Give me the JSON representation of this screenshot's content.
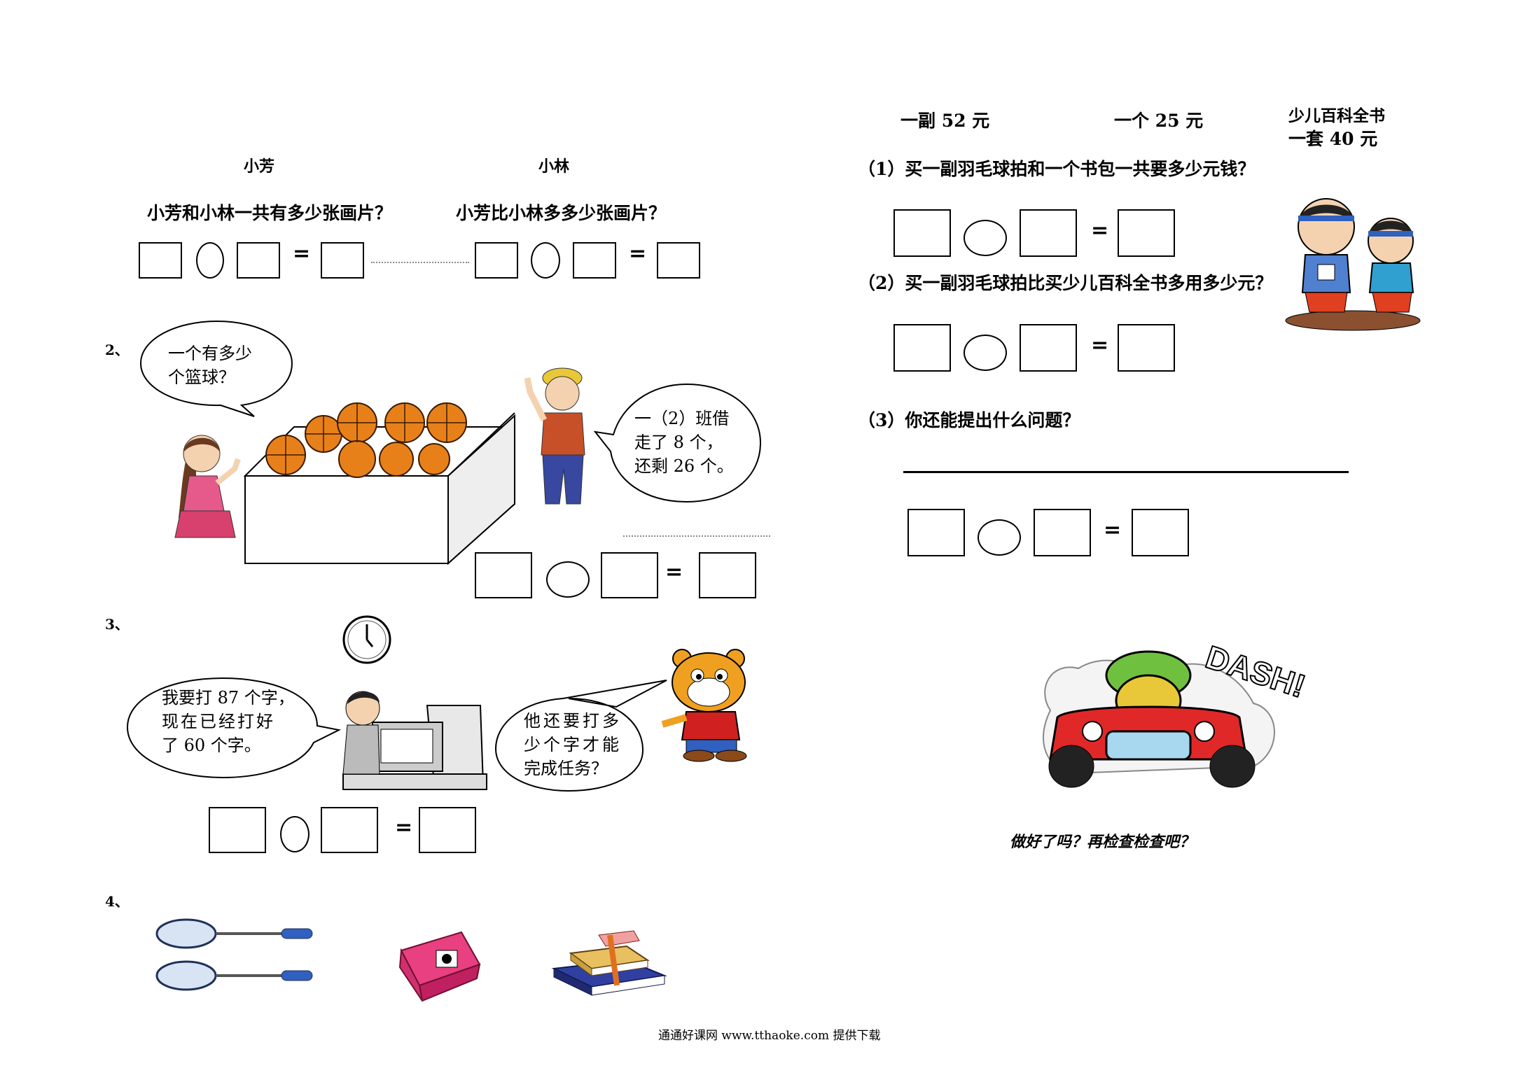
{
  "q1": {
    "name_left": "小芳",
    "name_right": "小林",
    "question_left": "小芳和小林一共有多少张画片？",
    "question_right": "小芳比小林多多少张画片？"
  },
  "q2": {
    "number": "2、",
    "girl_bubble": [
      "一个有多少",
      "个篮球？"
    ],
    "boy_bubble": [
      "一（2）班借",
      "走了 8 个，",
      "还剩 26 个。"
    ]
  },
  "q3": {
    "number": "3、",
    "left_bubble": [
      "我要打 87 个字，",
      "现在已经打好",
      "了 60 个字。"
    ],
    "right_bubble": [
      "他还要打多",
      "少个字才能",
      "完成任务？"
    ]
  },
  "q4": {
    "number": "4、",
    "price_racket": "一副 52 元",
    "price_bag": "一个 25 元",
    "price_books_line1": "少儿百科全书",
    "price_books_line2": "一套 40 元",
    "sub1": "（1）买一副羽毛球拍和一个书包一共要多少元钱？",
    "sub2": "（2）买一副羽毛球拍比买少儿百科全书多用多少元？",
    "sub3": "（3）你还能提出什么问题？"
  },
  "ending": {
    "dash_text": "DASH!",
    "closing": "做好了吗？再检查检查吧？"
  },
  "footer": "通通好课网 www.tthaoke.com 提供下载",
  "equals": "="
}
